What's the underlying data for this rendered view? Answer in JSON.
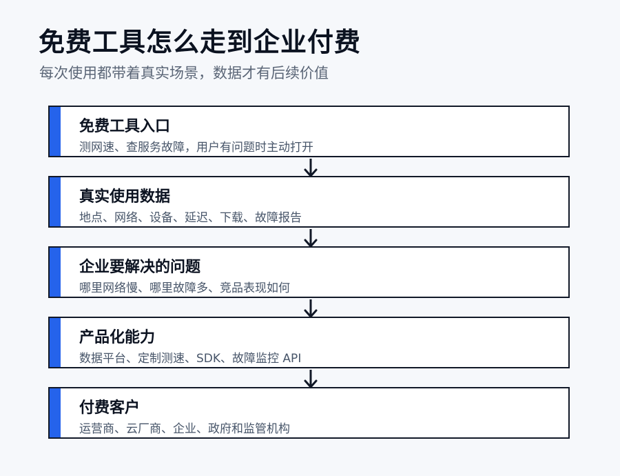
{
  "header": {
    "title": "免费工具怎么走到企业付费",
    "subtitle": "每次使用都带着真实场景，数据才有后续价值"
  },
  "steps": [
    {
      "title": "免费工具入口",
      "desc": "测网速、查服务故障，用户有问题时主动打开"
    },
    {
      "title": "真实使用数据",
      "desc": "地点、网络、设备、延迟、下载、故障报告"
    },
    {
      "title": "企业要解决的问题",
      "desc": "哪里网络慢、哪里故障多、竞品表现如何"
    },
    {
      "title": "产品化能力",
      "desc": "数据平台、定制测速、SDK、故障监控 API"
    },
    {
      "title": "付费客户",
      "desc": "运营商、云厂商、企业、政府和监管机构"
    }
  ],
  "colors": {
    "accent": "#2563eb",
    "border": "#111827",
    "background": "#f6f8fb"
  },
  "icons": {
    "connector": "down-arrow-icon"
  }
}
